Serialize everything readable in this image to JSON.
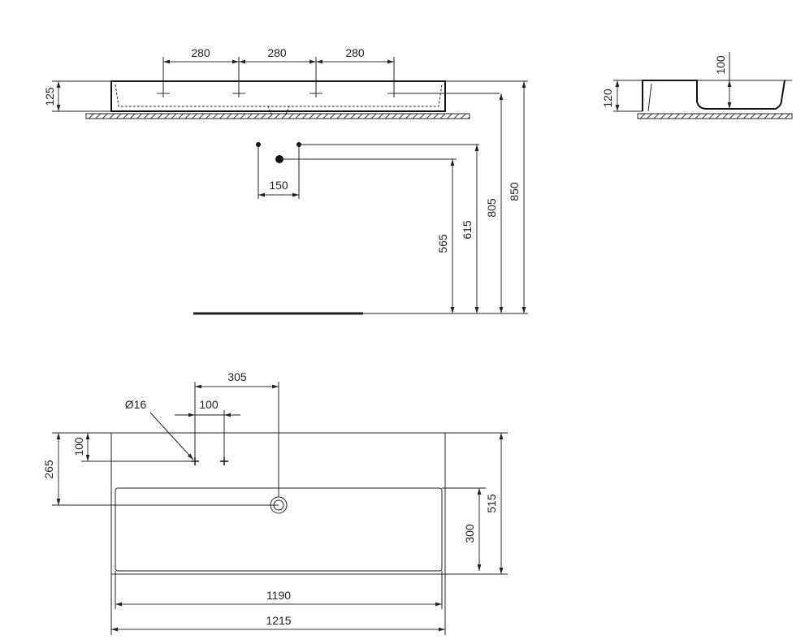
{
  "front_view": {
    "tap_spacing": [
      "280",
      "280",
      "280"
    ],
    "basin_height": "125",
    "hole_spacing": "150",
    "heights": {
      "drain_outlet": "565",
      "supply": "615",
      "tap_holes": "805",
      "top": "850"
    }
  },
  "side_view": {
    "height": "120",
    "bowl_depth": "100"
  },
  "plan_view": {
    "drain_offset": "305",
    "hole_diameter": "Ø16",
    "hole_spacing": "100",
    "hole_depth": "100",
    "drain_depth": "265",
    "bowl_depth": "300",
    "total_depth": "515",
    "inner_width": "1190",
    "total_width": "1215"
  }
}
